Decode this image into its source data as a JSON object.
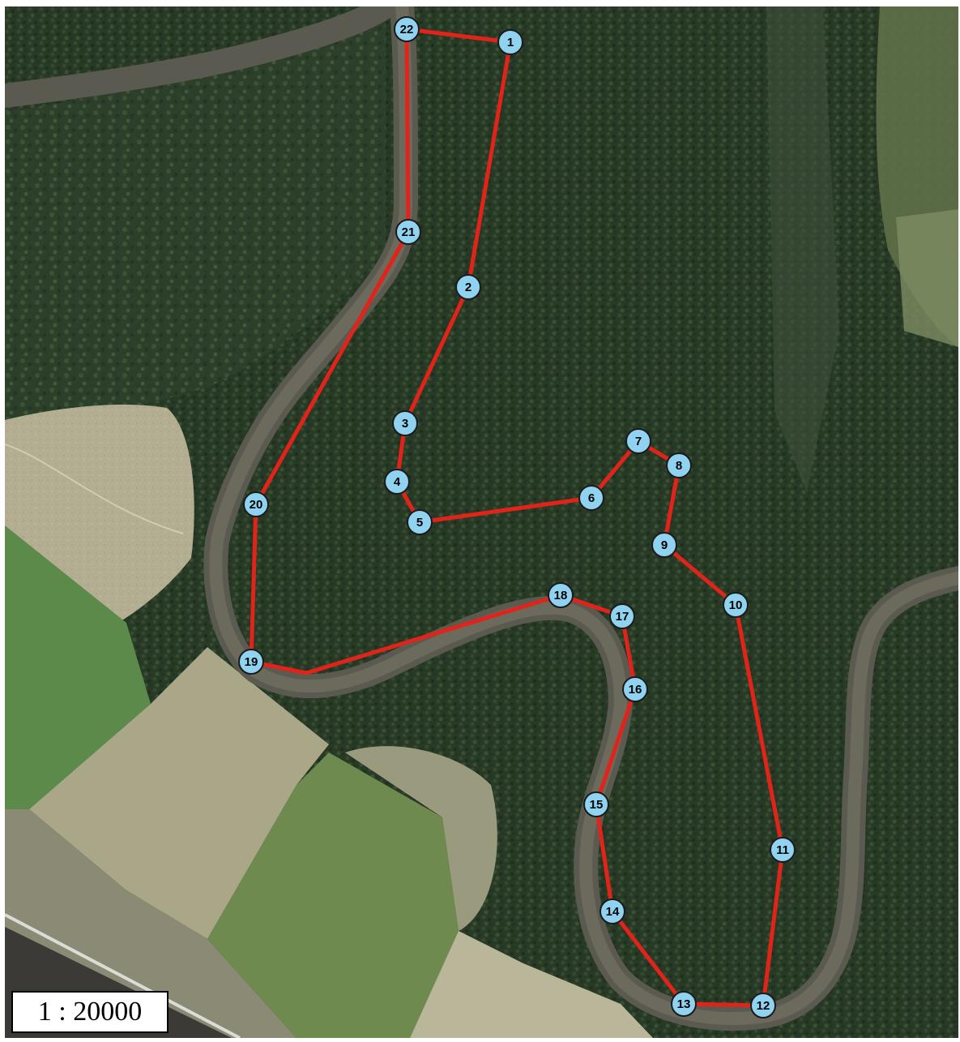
{
  "map": {
    "scale_label": "1 : 20000",
    "route_color": "#e2231a",
    "waypoint_fill": "#8fd3f0",
    "waypoints": [
      {
        "id": "1"
      },
      {
        "id": "2"
      },
      {
        "id": "3"
      },
      {
        "id": "4"
      },
      {
        "id": "5"
      },
      {
        "id": "6"
      },
      {
        "id": "7"
      },
      {
        "id": "8"
      },
      {
        "id": "9"
      },
      {
        "id": "10"
      },
      {
        "id": "11"
      },
      {
        "id": "12"
      },
      {
        "id": "13"
      },
      {
        "id": "14"
      },
      {
        "id": "15"
      },
      {
        "id": "16"
      },
      {
        "id": "17"
      },
      {
        "id": "18"
      },
      {
        "id": "19"
      },
      {
        "id": "20"
      },
      {
        "id": "21"
      },
      {
        "id": "22"
      }
    ],
    "terrain": [
      "forest",
      "river",
      "fields",
      "road"
    ]
  }
}
